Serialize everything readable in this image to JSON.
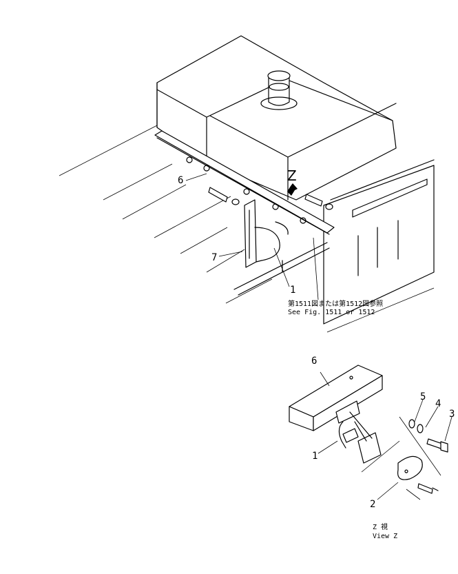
{
  "callouts": {
    "top": {
      "c1": "1",
      "c6": "6",
      "c7": "7"
    },
    "detail": {
      "c1": "1",
      "c2": "2",
      "c3": "3",
      "c4": "4",
      "c5": "5",
      "c6": "6"
    }
  },
  "view_marker": "Z",
  "reference_note": {
    "jp": "第1511図または第1512図参照",
    "en": "See Fig. 1511 or 1512"
  },
  "detail_caption": {
    "line1": "Z 視",
    "line2": "View Z"
  }
}
